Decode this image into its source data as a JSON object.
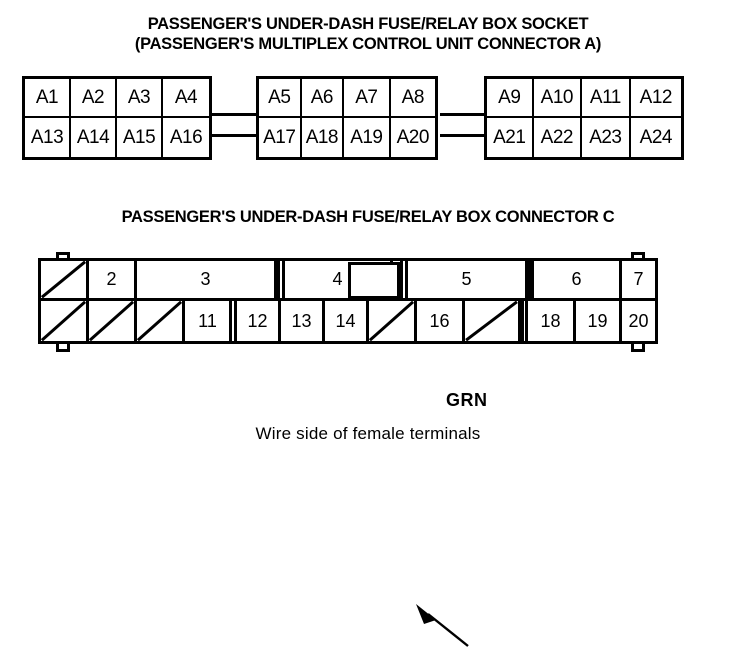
{
  "titles": {
    "connector_a_line1": "PASSENGER'S UNDER-DASH FUSE/RELAY BOX SOCKET",
    "connector_a_line2": "(PASSENGER'S MULTIPLEX CONTROL UNIT CONNECTOR A)",
    "connector_c": "PASSENGER'S UNDER-DASH FUSE/RELAY BOX CONNECTOR C"
  },
  "caption": "Wire side of female terminals",
  "annotation": {
    "grn_label": "GRN"
  },
  "connector_a": {
    "groups": [
      {
        "top": [
          "A1",
          "A2",
          "A3",
          "A4"
        ],
        "bottom": [
          "A13",
          "A14",
          "A15",
          "A16"
        ]
      },
      {
        "top": [
          "A5",
          "A6",
          "A7",
          "A8"
        ],
        "bottom": [
          "A17",
          "A18",
          "A19",
          "A20"
        ]
      },
      {
        "top": [
          "A9",
          "A10",
          "A11",
          "A12"
        ],
        "bottom": [
          "A21",
          "A22",
          "A23",
          "A24"
        ]
      }
    ]
  },
  "connector_c": {
    "top_row": [
      {
        "label": "",
        "blank": true
      },
      {
        "label": "2",
        "blank": false
      },
      {
        "label": "3",
        "blank": false
      },
      {
        "label": "4",
        "blank": false
      },
      {
        "label": "",
        "blank": false,
        "empty_box": true
      },
      {
        "label": "5",
        "blank": false
      },
      {
        "label": "6",
        "blank": false
      },
      {
        "label": "7",
        "blank": false
      }
    ],
    "bottom_row": [
      {
        "label": "",
        "blank": true
      },
      {
        "label": "",
        "blank": true
      },
      {
        "label": "",
        "blank": true
      },
      {
        "label": "11",
        "blank": false
      },
      {
        "label": "12",
        "blank": false
      },
      {
        "label": "13",
        "blank": false
      },
      {
        "label": "14",
        "blank": false
      },
      {
        "label": "",
        "blank": true
      },
      {
        "label": "16",
        "blank": false
      },
      {
        "label": "",
        "blank": true
      },
      {
        "label": "18",
        "blank": false
      },
      {
        "label": "19",
        "blank": false
      },
      {
        "label": "20",
        "blank": false
      }
    ]
  },
  "colors": {
    "line": "#000000",
    "background": "#ffffff"
  }
}
